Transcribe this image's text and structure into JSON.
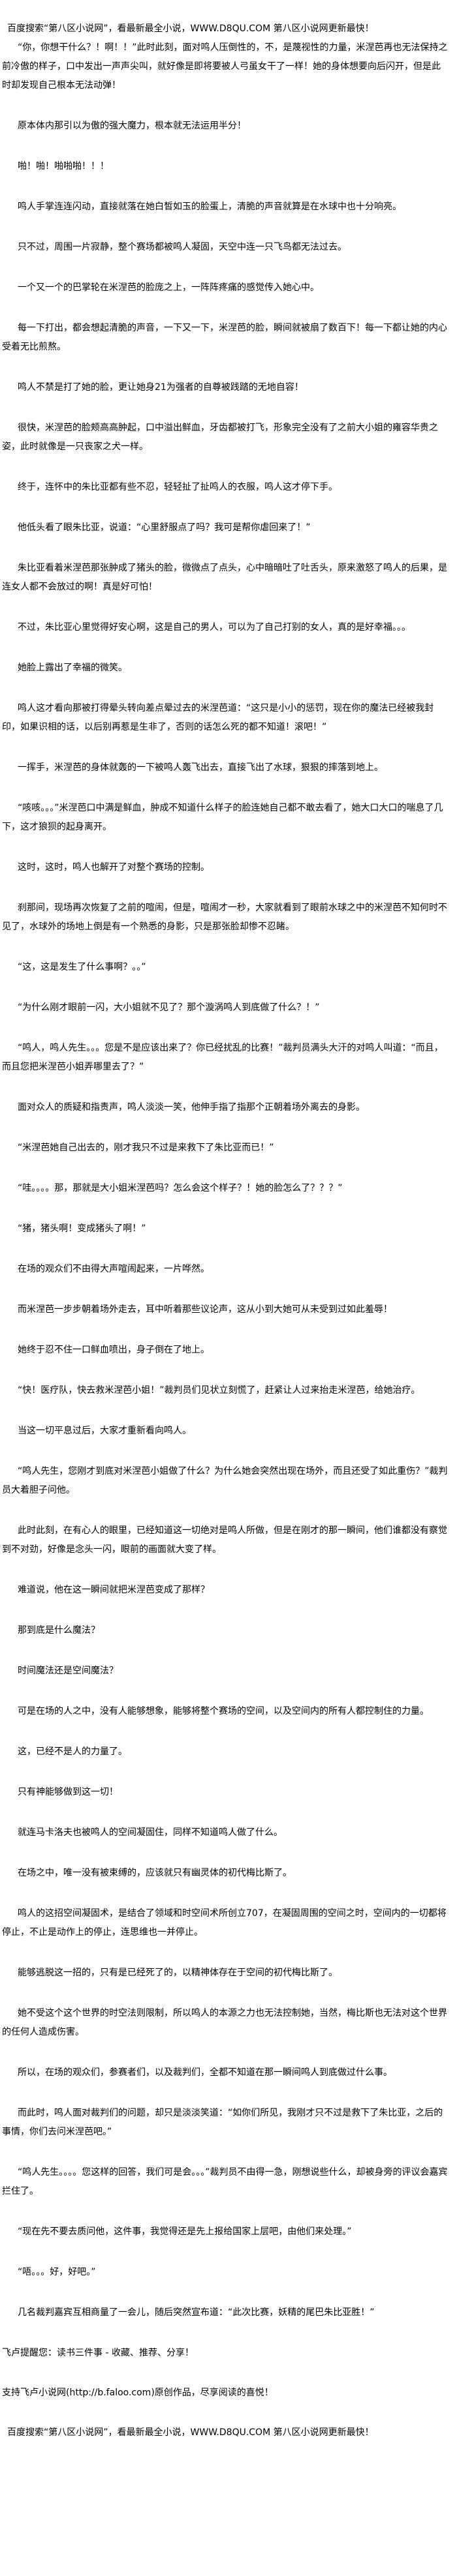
{
  "banner": "百度搜索“第八区小说网”，看最新最全小说，WWW.D8QU.COM   第八区小说网更新最快！",
  "paragraphs": [
    "“你，你想干什么？！啊！！”此时此刻，面对鸣人压倒性的，不，是蔑视性的力量，米涅芭再也无法保持之前冷傲的样子，口中发出一声声尖叫，就好像是即将要被人弓虽女干了一样！她的身体想要向后闪开，但是此时却发现自己根本无法动弹！",
    "原本体内那引以为傲的强大魔力，根本就无法运用半分！",
    "啪！啪！啪啪啪！！！",
    "鸣人手掌连连闪动，直接就落在她白皙如玉的脸蛋上，清脆的声音就算是在水球中也十分响亮。",
    "只不过，周围一片寂静，整个赛场都被鸣人凝固，天空中连一只飞鸟都无法过去。",
    "一个又一个的巴掌轮在米涅芭的脸庞之上，一阵阵疼痛的感觉传入她心中。",
    "每一下打出，都会想起清脆的声音，一下又一下，米涅芭的脸，瞬间就被扇了数百下！每一下都让她的内心受着无比煎熬。",
    "鸣人不禁是打了她的脸，更让她身21为强者的自尊被践踏的无地自容！",
    "很快，米涅芭的脸颊高高肿起，口中溢出鲜血，牙齿都被打飞，形象完全没有了之前大小姐的雍容华贵之姿，此时就像是一只丧家之犬一样。",
    "终于，连怀中的朱比亚都有些不忍，轻轻扯了扯鸣人的衣服，鸣人这才停下手。",
    "他低头看了眼朱比亚，说道：“心里舒服点了吗？我可是帮你虐回来了！”",
    "朱比亚看着米涅芭那张肿成了猪头的脸，微微点了点头，心中暗暗吐了吐舌头，原来激怒了鸣人的后果，是连女人都不会放过的啊！真是好可怕！",
    "不过，朱比亚心里觉得好安心啊，这是自己的男人，可以为了自己打别的女人，真的是好幸福。。。",
    "她脸上露出了幸福的微笑。",
    "鸣人这才看向那被打得晕头转向差点晕过去的米涅芭道：“这只是小小的惩罚，现在你的魔法已经被我封印，如果识相的话，以后别再惹是生非了，否则的话怎么死的都不知道！滚吧！”",
    "一挥手，米涅芭的身体就轰的一下被鸣人轰飞出去，直接飞出了水球，狠狠的摔落到地上。",
    "“咳咳。。。”米涅芭口中满是鲜血，肿成不知道什么样子的脸连她自己都不敢去看了，她大口大口的喘息了几下，这才狼狈的起身离开。",
    "这时，这时，鸣人也解开了对整个赛场的控制。",
    "刹那间，现场再次恢复了之前的喧闹，但是，喧闹才一秒，大家就看到了眼前水球之中的米涅芭不知何时不见了，水球外的场地上倒是有一个熟悉的身影，只是那张脸却惨不忍睹。",
    "“这，这是发生了什么事啊？。。”",
    "“为什么刚才眼前一闪，大小姐就不见了？那个漩涡鸣人到底做了什么？！”",
    "“鸣人，鸣人先生。。。您是不是应该出来了？你已经扰乱的比赛！”裁判员满头大汗的对鸣人叫道：“而且，而且您把米涅芭小姐弄哪里去了？”",
    "面对众人的质疑和指责声，鸣人淡淡一笑，他伸手指了指那个正朝着场外离去的身影。",
    "“米涅芭她自己出去的，刚才我只不过是来救下了朱比亚而已！”",
    "“哇。。。。那，那就是大小姐米涅芭吗？怎么会这个样子？！她的脸怎么了？？？”",
    "“猪，猪头啊！变成猪头了啊！”",
    "在场的观众们不由得大声喧闹起来，一片哗然。",
    "而米涅芭一步步朝着场外走去，耳中听着那些议论声，这从小到大她可从未受到过如此羞辱！",
    "她终于忍不住一口鲜血喷出，身子倒在了地上。",
    "“快！医疗队，快去救米涅芭小姐！”裁判员们见状立刻慌了，赶紧让人过来抬走米涅芭，给她治疗。",
    "当这一切平息过后，大家才重新看向鸣人。",
    "“鸣人先生，您刚才到底对米涅芭小姐做了什么？为什么她会突然出现在场外，而且还受了如此重伤？”裁判员大着胆子问他。",
    "此时此刻，在有心人的眼里，已经知道这一切绝对是鸣人所做，但是在刚才的那一瞬间，他们谁都没有察觉到不对劲，好像是念头一闪，眼前的画面就大变了样。",
    "难道说，他在这一瞬间就把米涅芭变成了那样？",
    "那到底是什么魔法？",
    "时间魔法还是空间魔法？",
    "可是在场的人之中，没有人能够想象，能够将整个赛场的空间，以及空间内的所有人都控制住的力量。",
    "这，已经不是人的力量了。",
    "只有神能够做到这一切！",
    "就连马卡洛夫也被鸣人的空间凝固住，同样不知道鸣人做了什么。",
    "在场之中，唯一没有被束缚的，应该就只有幽灵体的初代梅比斯了。",
    "鸣人的这招空间凝固术，是结合了领域和时空间术所创立707，在凝固周围的空间之时，空间内的一切都将停止，不止是动作上的停止，连思维也一并停止。",
    "能够逃脱这一招的，只有是已经死了的，以精神体存在于空间的初代梅比斯了。",
    "她不受这个这个世界的时空法则限制，所以鸣人的本源之力也无法控制她，当然，梅比斯也无法对这个世界的任何人造成伤害。",
    "所以，在场的观众们，参赛者们，以及裁判们，全都不知道在那一瞬间鸣人到底做过什么事。",
    "而此时，鸣人面对裁判们的问题，却只是淡淡笑道：“如你们所见，我刚才只不过是救下了朱比亚，之后的事情，你们去问米涅芭吧。”",
    "“鸣人先生。。。。您这样的回答，我们可是会。。。”裁判员不由得一急，刚想说些什么，却被身旁的评议会嘉宾拦住了。",
    "“现在先不要去质问他，这件事，我觉得还是先上报给国家上层吧，由他们来处理。”",
    "“唔。。。好，好吧。”",
    "几名裁判嘉宾互相商量了一会儿，随后突然宣布道：“此次比赛，妖精的尾巴朱比亚胜！”"
  ],
  "footer": {
    "reminder": "飞卢提醒您：读书三件事 - 收藏、推荐、分享！",
    "support": "支持飞卢小说网(http://b.faloo.com)原创作品，尽享阅读的喜悦！",
    "banner": "百度搜索“第八区小说网”，看最新最全小说，WWW.D8QU.COM   第八区小说网更新最快！"
  }
}
